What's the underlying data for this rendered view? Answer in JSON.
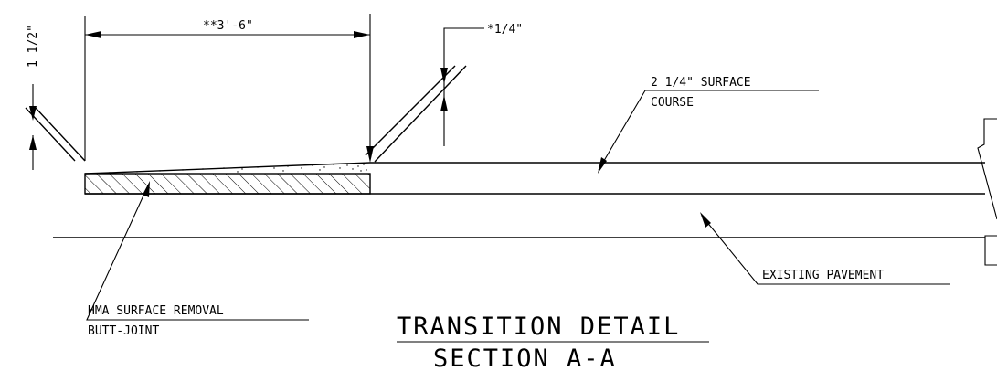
{
  "dimensions": {
    "width_tail": "**3'-6\"",
    "taper_depth": "*1/4\"",
    "left_thickness": "1 1/2\""
  },
  "labels": {
    "surface_course_line1": "2 1/4\" SURFACE",
    "surface_course_line2": "COURSE",
    "existing_pavement": "EXISTING PAVEMENT",
    "removal_line1": "HMA SURFACE REMOVAL",
    "removal_line2": "BUTT-JOINT"
  },
  "title": {
    "line1": "TRANSITION DETAIL",
    "line2": "SECTION A-A"
  }
}
